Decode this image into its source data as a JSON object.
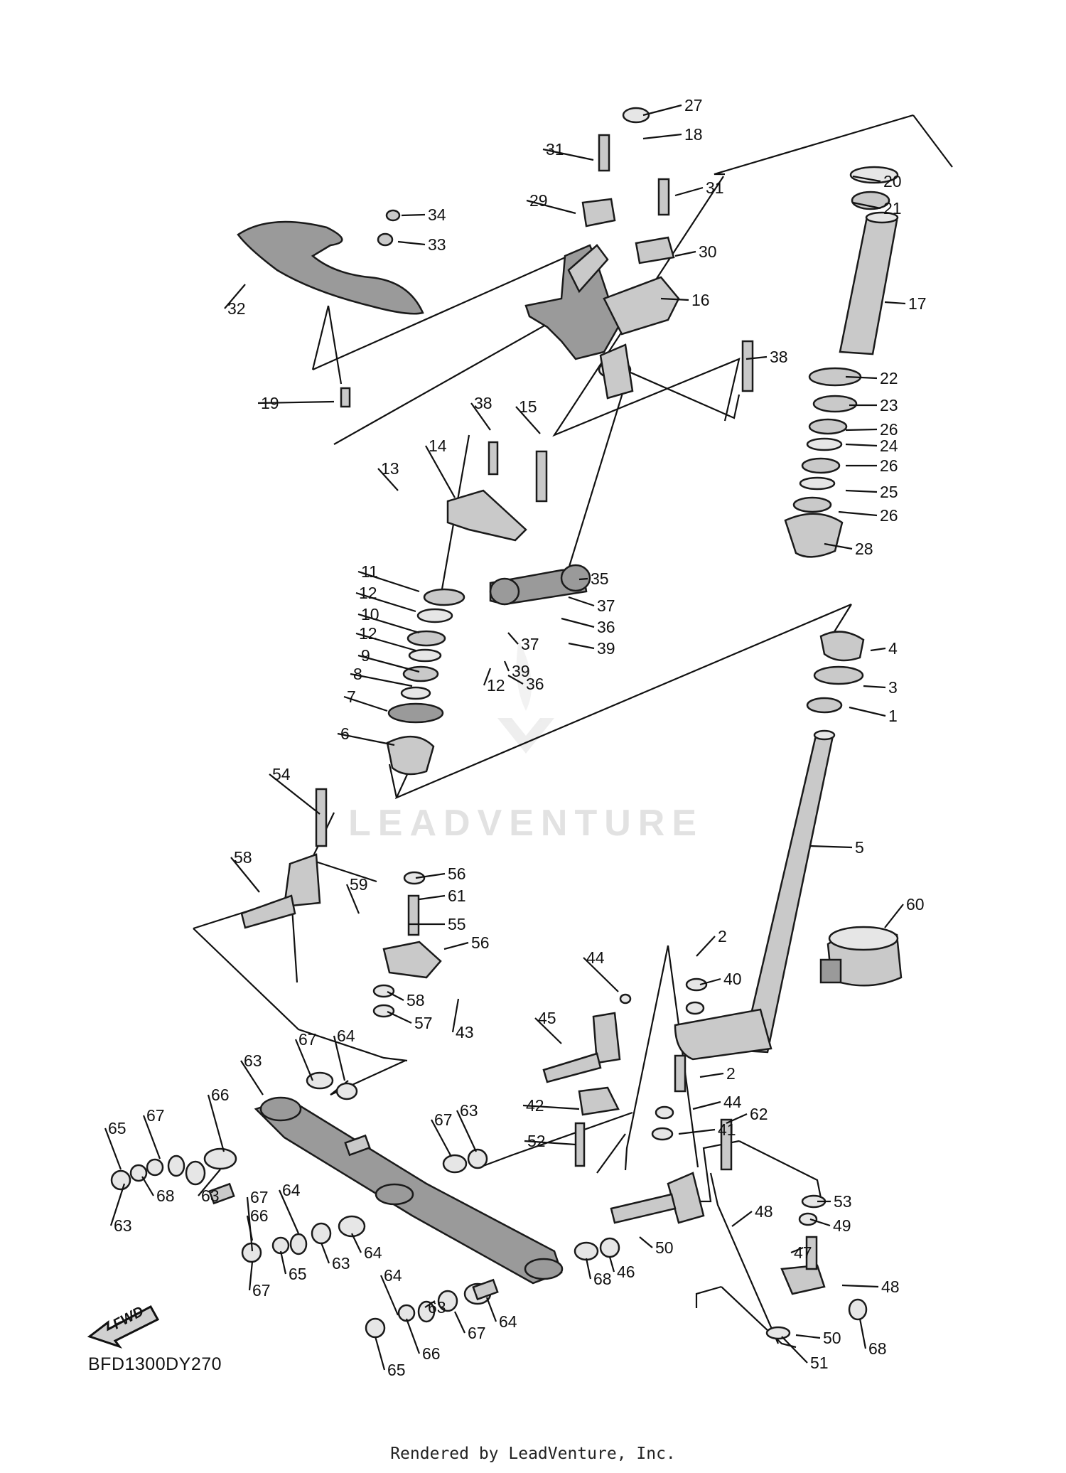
{
  "diagram": {
    "part_numbers": [
      "1",
      "2",
      "3",
      "4",
      "5",
      "6",
      "7",
      "8",
      "9",
      "10",
      "11",
      "12",
      "13",
      "14",
      "15",
      "16",
      "17",
      "18",
      "19",
      "20",
      "21",
      "22",
      "23",
      "24",
      "25",
      "26",
      "27",
      "28",
      "29",
      "30",
      "31",
      "32",
      "33",
      "34",
      "35",
      "36",
      "37",
      "38",
      "39",
      "40",
      "41",
      "42",
      "43",
      "44",
      "45",
      "46",
      "47",
      "48",
      "49",
      "50",
      "51",
      "52",
      "53",
      "54",
      "55",
      "56",
      "57",
      "58",
      "59",
      "60",
      "61",
      "62",
      "63",
      "64",
      "65",
      "66",
      "67",
      "68"
    ],
    "diagram_code": "BFD1300DY270",
    "fwd_label": "FWD",
    "watermark": "LEADVENTURE",
    "footer": "Rendered by LeadVenture, Inc."
  }
}
